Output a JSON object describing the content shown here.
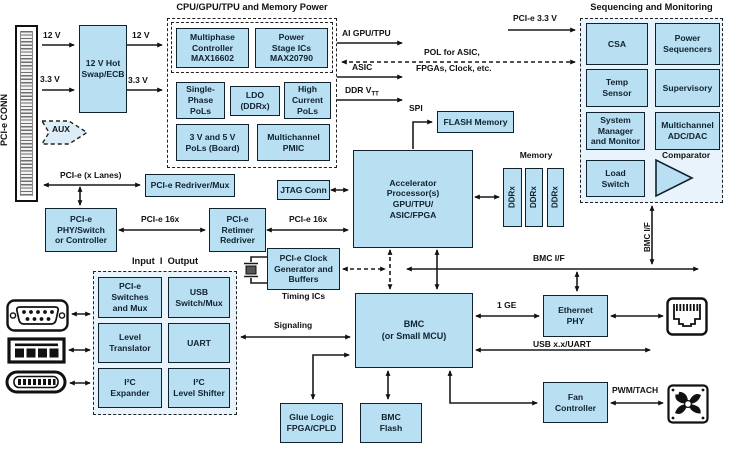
{
  "titles": {
    "power_section": "CPU/GPU/TPU and Memory Power",
    "sequencing_section": "Sequencing and Monitoring",
    "io_section": "Input  I  Output",
    "timing_ics": "Timing ICs",
    "memory": "Memory",
    "comparator": "Comparator"
  },
  "blocks": {
    "pcie_conn": "PCI-e CONN",
    "hot_swap": "12 V Hot\nSwap/ECB",
    "aux": "AUX",
    "multiphase_controller": "Multiphase\nController\nMAX16602",
    "power_stage": "Power\nStage ICs\nMAX20790",
    "single_phase_pols": "Single-\nPhase\nPoLs",
    "ldo_ddrx": "LDO\n(DDRx)",
    "high_current_pols": "High\nCurrent\nPoLs",
    "pols_board": "3 V and 5 V\nPoLs (Board)",
    "multichannel_pmic": "Multichannel\nPMIC",
    "flash_memory": "FLASH Memory",
    "csa": "CSA",
    "power_sequencers": "Power\nSequencers",
    "temp_sensor": "Temp\nSensor",
    "supervisory": "Supervisory",
    "system_manager": "System\nManager\nand Monitor",
    "multichannel_adc_dac": "Multichannel\nADC/DAC",
    "load_switch": "Load\nSwitch",
    "pcie_redriver_mux": "PCI-e Redriver/Mux",
    "jtag_conn": "JTAG Conn",
    "pcie_phy_switch": "PCI-e\nPHY/Switch\nor Controller",
    "pcie_retimer": "PCI-e\nRetimer\nRedriver",
    "accelerator": "Accelerator\nProcessor(s)\nGPU/TPU/\nASIC/FPGA",
    "ddrx": "DDRx",
    "pcie_clock_gen": "PCI-e Clock\nGenerator and\nBuffers",
    "pcie_switches_mux": "PCI-e\nSwitches\nand Mux",
    "usb_switch_mux": "USB\nSwitch/Mux",
    "level_translator": "Level\nTranslator",
    "uart": "UART",
    "i2c_expander": "I²C\nExpander",
    "i2c_level_shifter": "I²C\nLevel Shifter",
    "bmc": "BMC\n(or Small MCU)",
    "glue_logic": "Glue Logic\nFPGA/CPLD",
    "bmc_flash": "BMC\nFlash",
    "ethernet_phy": "Ethernet\nPHY",
    "fan_controller": "Fan\nController"
  },
  "labels": {
    "v12_in": "12 V",
    "v33_in": "3.3 V",
    "v12_out": "12 V",
    "v33_out": "3.3 V",
    "pcie_lanes": "PCI-e (x Lanes)",
    "ai_gpu_tpu": "AI GPU/TPU",
    "pol_line1": "POL for ASIC,",
    "pol_line2": "FPGAs, Clock, etc.",
    "asic": "ASIC",
    "ddr_v": "DDR V",
    "ddr_v_sub": "TT",
    "pcie_33": "PCI-e 3.3 V",
    "spi": "SPI",
    "pcie_16x_left": "PCI-e 16x",
    "pcie_16x_right": "PCI-e 16x",
    "bmc_if_line": "BMC I/F",
    "bmc_if_vert": "BMC I/F",
    "signaling": "Signaling",
    "one_ge": "1 GE",
    "usb_uart": "USB x.x/UART",
    "pwm_tach": "PWM/TACH"
  },
  "colors": {
    "block_fill": "#b9dff3",
    "container_fill": "#e9f3fb",
    "outline": "#111111"
  }
}
